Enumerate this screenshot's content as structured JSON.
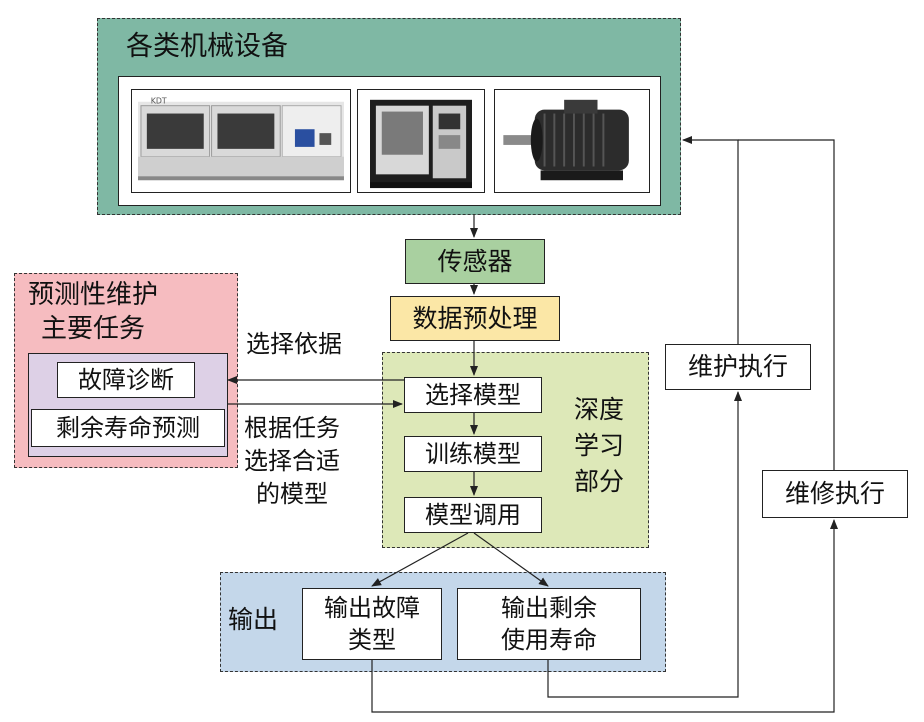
{
  "equipment": {
    "title": "各类机械设备",
    "images": [
      "edge-banding-machine",
      "cnc-machining-center",
      "electric-motor"
    ]
  },
  "sensor": "传感器",
  "preprocess": "数据预处理",
  "deep_learning": {
    "label": "深度学习部分",
    "label_lines": [
      "深度",
      "学习",
      "部分"
    ],
    "steps": [
      "选择模型",
      "训练模型",
      "模型调用"
    ]
  },
  "pdm": {
    "title_lines": [
      "预测性维护",
      "主要任务"
    ],
    "tasks": [
      "故障诊断",
      "剩余寿命预测"
    ]
  },
  "annotations": {
    "select_basis": "选择依据",
    "select_by_task_lines": [
      "根据任务",
      "选择合适",
      "的模型"
    ]
  },
  "output": {
    "label": "输出",
    "fault_type_lines": [
      "输出故障",
      "类型"
    ],
    "rul_lines": [
      "输出剩余",
      "使用寿命"
    ]
  },
  "maintenance": "维护执行",
  "repair": "维修执行",
  "colors": {
    "equipment_bg": "#7fb8a4",
    "sensor_bg": "#a9d0a0",
    "preprocess_bg": "#fbe7a6",
    "dl_bg": "#dde8b8",
    "pdm_bg": "#f6bcc0",
    "pdm_inner_bg": "#ddd0e6",
    "output_bg": "#c4d7ea"
  }
}
